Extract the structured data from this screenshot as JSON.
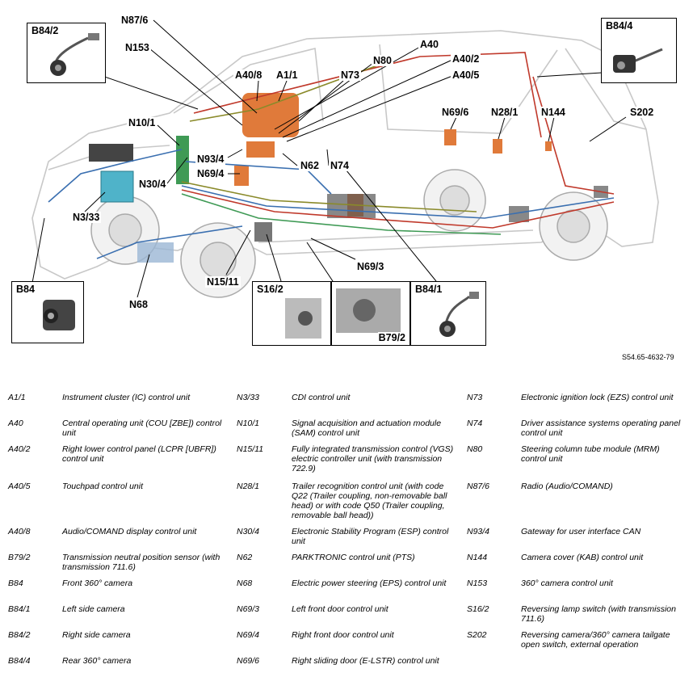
{
  "figure": {
    "labels": {
      "b84_2": "B84/2",
      "n87_6": "N87/6",
      "n153": "N153",
      "a40": "A40",
      "n80": "N80",
      "a40_2": "A40/2",
      "a40_5": "A40/5",
      "a40_8": "A40/8",
      "a1_1": "A1/1",
      "n73": "N73",
      "b84_4": "B84/4",
      "n69_6": "N69/6",
      "n28_1": "N28/1",
      "n144": "N144",
      "s202": "S202",
      "n10_1": "N10/1",
      "n93_4": "N93/4",
      "n69_4": "N69/4",
      "n62": "N62",
      "n74": "N74",
      "n30_4": "N30/4",
      "n3_33": "N3/33",
      "n69_3": "N69/3",
      "b84": "B84",
      "n15_11": "N15/11",
      "s16_2": "S16/2",
      "b84_1": "B84/1",
      "b79_2": "B79/2",
      "n68": "N68"
    },
    "code": "S54.65-4632-79"
  },
  "legend": {
    "col1": [
      {
        "code": "A1/1",
        "desc": "Instrument cluster (IC) control unit"
      },
      {
        "code": "A40",
        "desc": "Central operating unit (COU [ZBE]) control unit"
      },
      {
        "code": "A40/2",
        "desc": "Right lower control panel (LCPR [UBFR]) control unit"
      },
      {
        "code": "A40/5",
        "desc": "Touchpad control unit"
      },
      {
        "code": "A40/8",
        "desc": "Audio/COMAND display control unit"
      },
      {
        "code": "B79/2",
        "desc": "Transmission neutral position sensor (with transmission 711.6)"
      },
      {
        "code": "B84",
        "desc": "Front 360° camera"
      },
      {
        "code": "B84/1",
        "desc": "Left side camera"
      },
      {
        "code": "B84/2",
        "desc": "Right side camera"
      },
      {
        "code": "B84/4",
        "desc": "Rear 360° camera"
      }
    ],
    "col2": [
      {
        "code": "N3/33",
        "desc": "CDI control unit"
      },
      {
        "code": "N10/1",
        "desc": "Signal acquisition and actuation module (SAM) control unit"
      },
      {
        "code": "N15/11",
        "desc": "Fully integrated transmission control (VGS) electric controller unit (with transmission 722.9)"
      },
      {
        "code": "N28/1",
        "desc": "Trailer recognition control unit (with code Q22 (Trailer coupling, non-removable ball head) or with code Q50 (Trailer coupling, removable ball head))"
      },
      {
        "code": "N30/4",
        "desc": "Electronic Stability Program (ESP) control unit"
      },
      {
        "code": "N62",
        "desc": "PARKTRONIC control unit (PTS)"
      },
      {
        "code": "N68",
        "desc": "Electric power steering (EPS) control unit"
      },
      {
        "code": "N69/3",
        "desc": "Left front door control unit"
      },
      {
        "code": "N69/4",
        "desc": "Right front door control unit"
      },
      {
        "code": "N69/6",
        "desc": "Right sliding door (E-LSTR) control unit"
      }
    ],
    "col3": [
      {
        "code": "N73",
        "desc": "Electronic ignition lock (EZS) control unit"
      },
      {
        "code": "N74",
        "desc": "Driver assistance systems operating panel control unit"
      },
      {
        "code": "N80",
        "desc": "Steering column tube module (MRM) control unit"
      },
      {
        "code": "N87/6",
        "desc": "Radio (Audio/COMAND)"
      },
      {
        "code": "N93/4",
        "desc": "Gateway for user interface CAN"
      },
      {
        "code": "N144",
        "desc": "Camera cover (KAB) control unit"
      },
      {
        "code": "N153",
        "desc": "360° camera control unit"
      },
      {
        "code": "S16/2",
        "desc": "Reversing lamp switch (with transmission 711.6)"
      },
      {
        "code": "S202",
        "desc": "Reversing camera/360° camera tailgate open switch, external operation"
      }
    ]
  }
}
